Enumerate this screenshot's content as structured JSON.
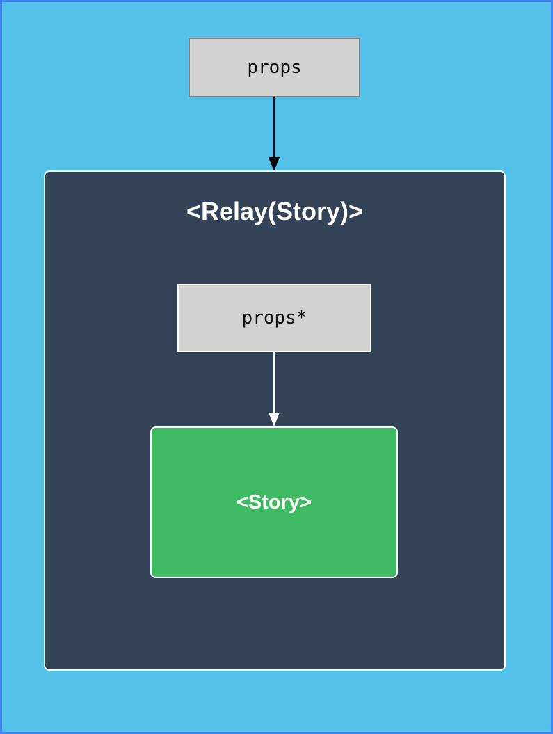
{
  "diagram": {
    "props_box": {
      "label": "props"
    },
    "relay_container": {
      "title": "<Relay(Story)>",
      "props_box": {
        "label": "props*"
      },
      "story_box": {
        "label": "<Story>"
      }
    },
    "arrows": [
      {
        "name": "props-to-relay-arrow",
        "color": "#000000"
      },
      {
        "name": "props-to-story-arrow",
        "color": "#ffffff"
      }
    ],
    "colors": {
      "page_background": "#54c1e8",
      "page_border": "#4285f4",
      "container_background": "#344458",
      "container_border": "#ffffff",
      "story_background": "#3eba62",
      "props_fill": "#d2d2d2",
      "props_border": "#7f7f7f",
      "title_text": "#ffffff",
      "props_text": "#111111"
    }
  }
}
